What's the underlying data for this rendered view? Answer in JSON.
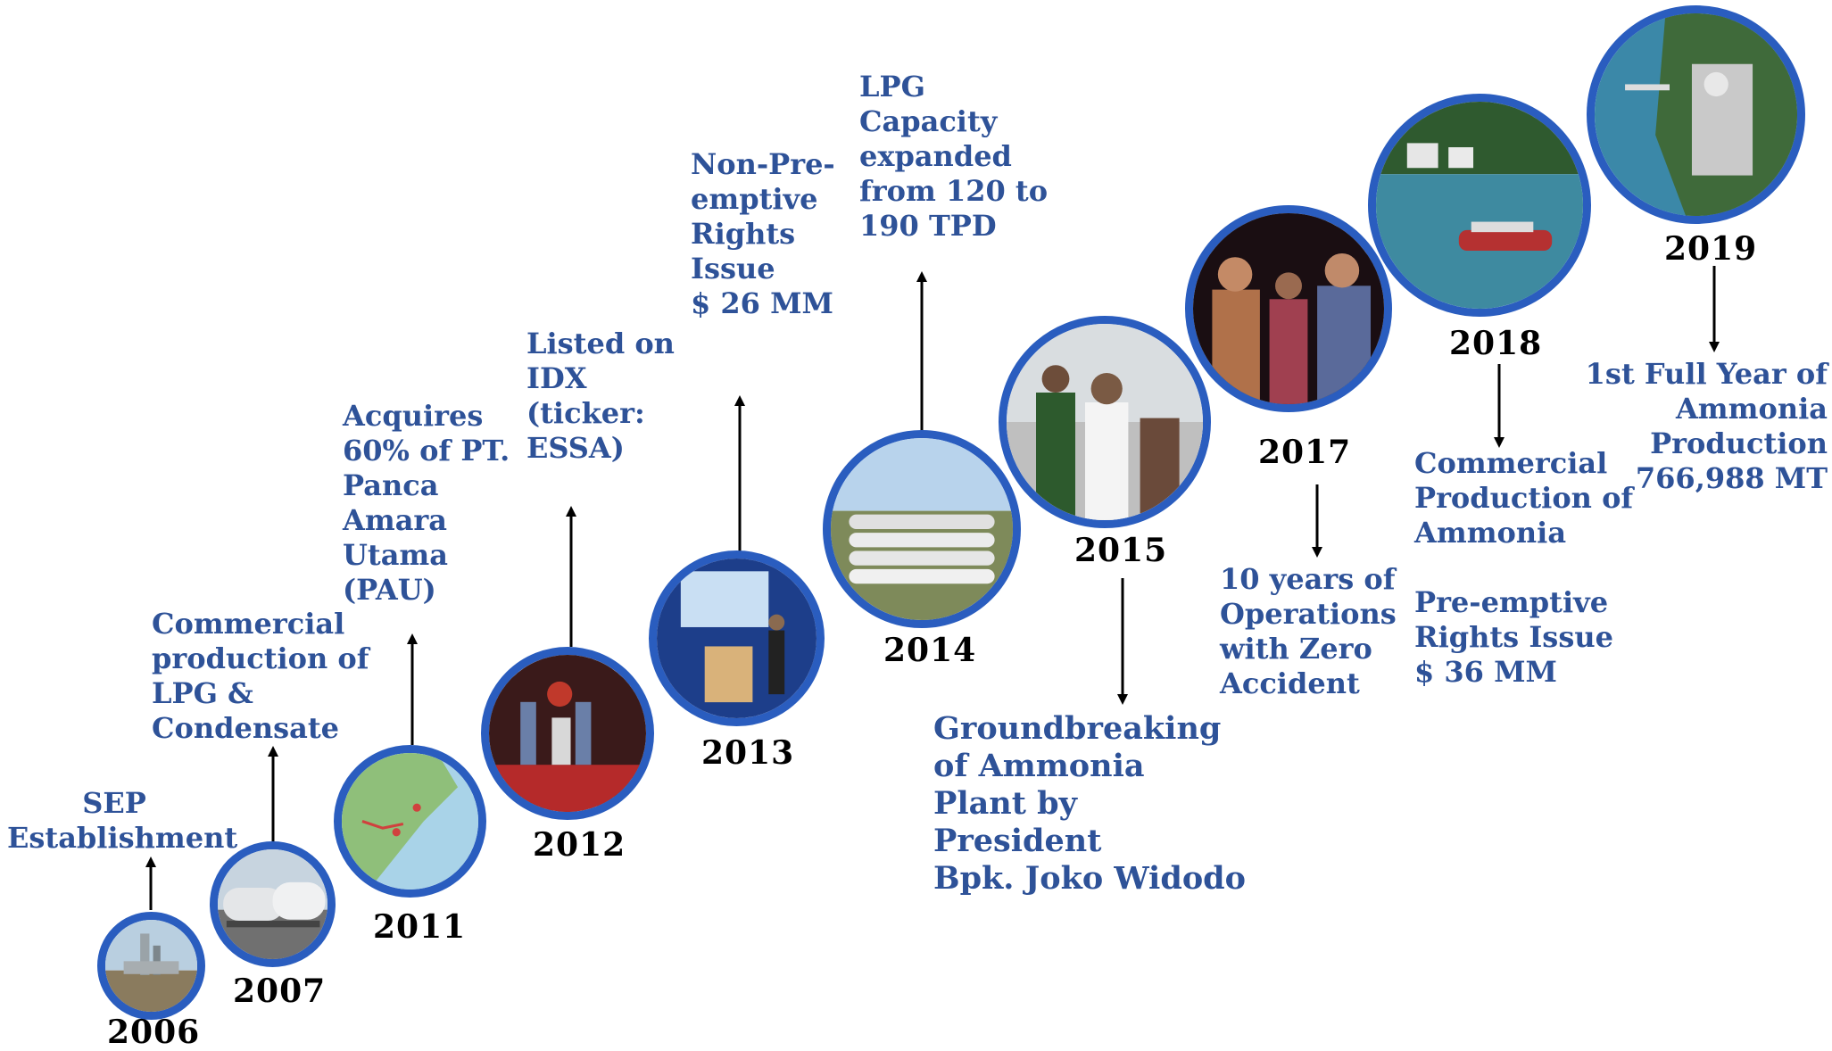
{
  "milestones": [
    {
      "year": "2006",
      "description": "SEP\nEstablishment"
    },
    {
      "year": "2007",
      "description": "Commercial\nproduction of\nLPG &\nCondensate"
    },
    {
      "year": "2011",
      "description": "Acquires\n60% of PT.\nPanca\nAmara\nUtama\n(PAU)"
    },
    {
      "year": "2012",
      "description": "Listed on\nIDX\n(ticker:\nESSA)"
    },
    {
      "year": "2013",
      "description": "Non-Pre-\nemptive\nRights\nIssue\n$ 26 MM"
    },
    {
      "year": "2014",
      "description": "LPG\nCapacity\nexpanded\nfrom 120 to\n190 TPD"
    },
    {
      "year": "2015",
      "description": "Groundbreaking\nof Ammonia\nPlant by President\nBpk. Joko Widodo"
    },
    {
      "year": "2017",
      "description": "10 years of\nOperations\nwith Zero\nAccident"
    },
    {
      "year": "2018",
      "description": "Commercial\nProduction of\nAmmonia\n\nPre-emptive\nRights Issue\n $ 36 MM"
    },
    {
      "year": "2019",
      "description": "1st Full Year of\nAmmonia\nProduction\n766,988 MT"
    }
  ],
  "colors": {
    "ring": "#2a5dbf",
    "text": "#2e5298",
    "year": "#000000"
  },
  "photo_subjects": [
    "refinery-tower",
    "lpg-tanks",
    "coastal-map",
    "stage-ceremony",
    "speaker-podium",
    "lpg-storage-spheres",
    "president-visit",
    "award-ceremony",
    "lng-tanker-port",
    "ammonia-plant-aerial"
  ]
}
